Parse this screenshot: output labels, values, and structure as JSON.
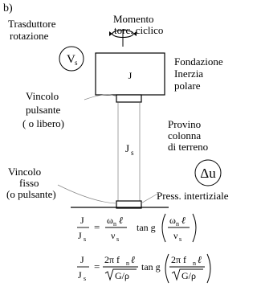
{
  "panel_letter": "b)",
  "labels": {
    "torque_line1": "Momento",
    "torque_line2": "torc. ciclico",
    "transducer_line1": "Trasduttore",
    "transducer_line2": "rotazione",
    "vs_symbol": "V",
    "vs_sub": "s",
    "foundation_line1": "Fondazione",
    "foundation_line2": "Inerzia",
    "foundation_line3": "polare",
    "top_mass": "J",
    "pulsing_line1": "Vincolo",
    "pulsing_line2": "pulsante",
    "pulsing_line3": "( o libero)",
    "sample_line1": "Provino",
    "sample_line2": "colonna",
    "sample_line3": "di terreno",
    "column_J": "J",
    "column_sub": "s",
    "delta_u": "Δu",
    "fixed_line1": "Vincolo",
    "fixed_line2": "fisso",
    "fixed_line3": "(o pulsante)",
    "pressure": "Press. intertiziale"
  },
  "equation1": {
    "lhs_num": "J",
    "lhs_den": "J",
    "lhs_den_sub": "s",
    "omega": "ω",
    "n": "n",
    "ell": "ℓ",
    "nu": "ν",
    "s": "s",
    "tang": "tan g"
  },
  "equation2": {
    "lhs_num": "J",
    "lhs_den": "J",
    "lhs_den_sub": "s",
    "two_pi_f": "2π f",
    "n": "n",
    "ell": "ℓ",
    "sqrt_arg": "G/ρ",
    "tang": "tan g"
  }
}
